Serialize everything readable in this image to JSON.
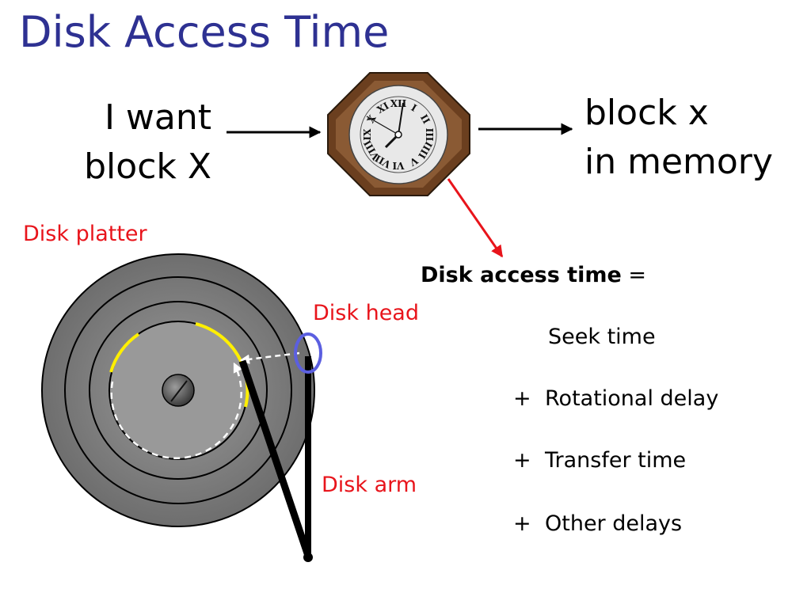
{
  "title": "Disk Access Time",
  "request": {
    "line1": "I want",
    "line2": "block X"
  },
  "result": {
    "line1": "block x",
    "line2": "in memory"
  },
  "labels": {
    "platter": "Disk platter",
    "head": "Disk head",
    "arm": "Disk arm"
  },
  "formula": {
    "title_bold": "Disk access time",
    "equals": "=",
    "first_term": "Seek time",
    "operator": "+",
    "terms": [
      "Rotational delay",
      "Transfer time",
      "Other delays"
    ]
  },
  "clock": {
    "numerals": [
      "XII",
      "I",
      "II",
      "III",
      "IIII",
      "V",
      "VI",
      "VII",
      "VIII",
      "IX",
      "X",
      "XI"
    ]
  },
  "colors": {
    "title": "#2e3192",
    "label_red": "#e8141b",
    "track_highlight": "#ffef00",
    "head_circle": "#5b5fe0",
    "clock_frame": "#6b3f1f"
  }
}
